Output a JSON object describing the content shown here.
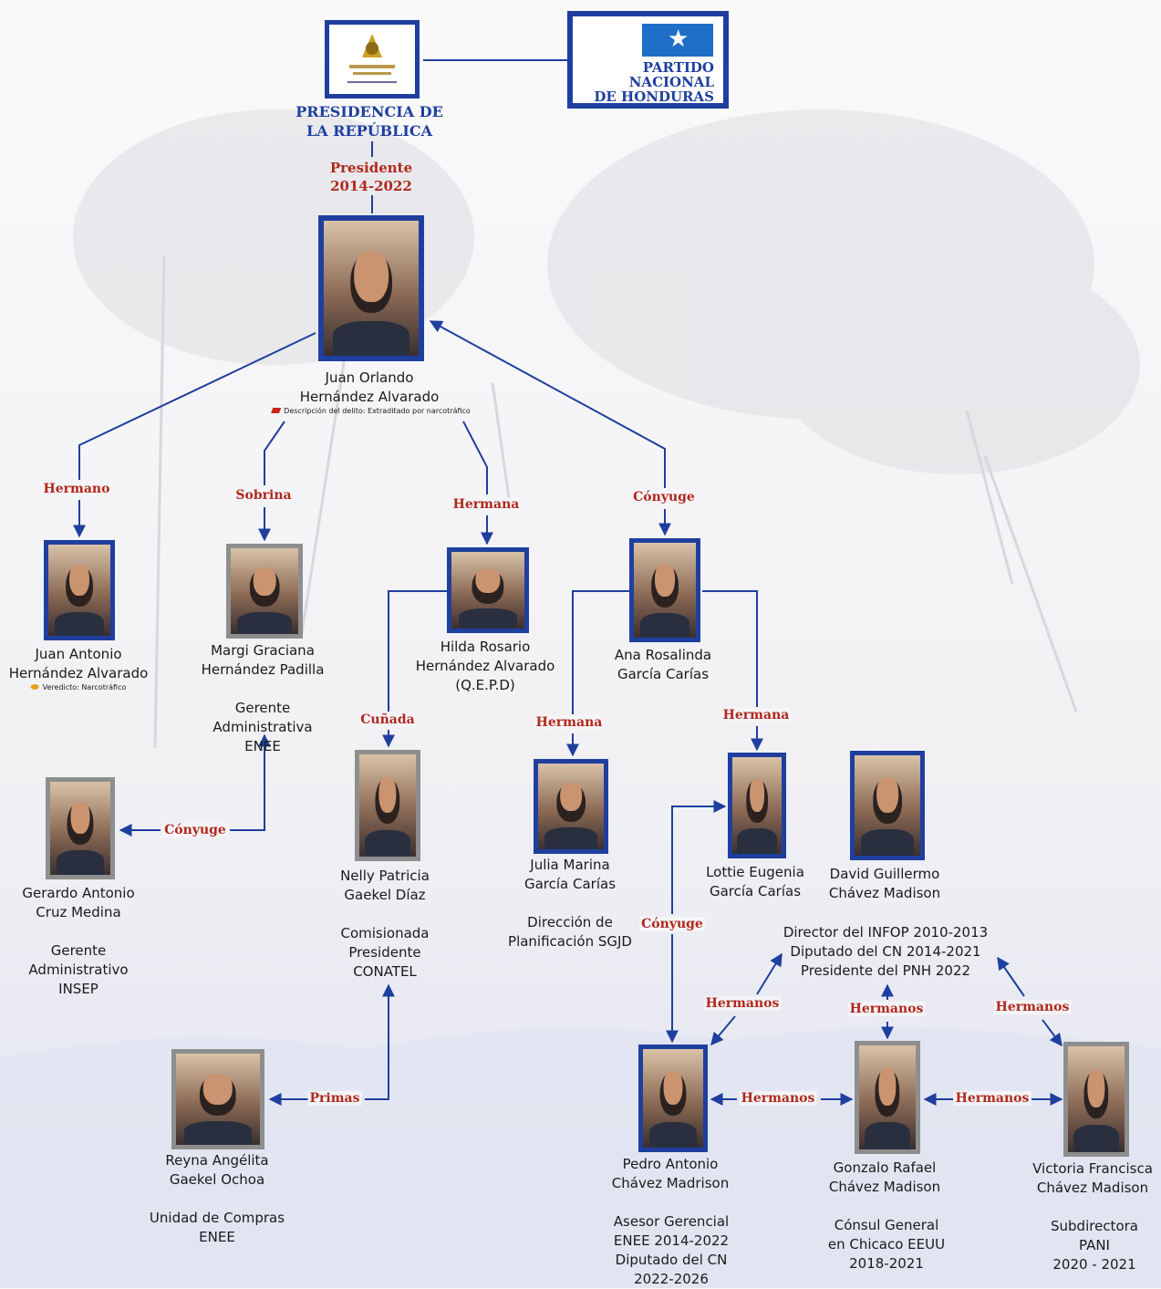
{
  "top": {
    "presidency_title": "PRESIDENCIA DE\nLA REPÚBLICA",
    "party_name": "PARTIDO\nNACIONAL\nDE HONDURAS",
    "president_relation": "Presidente",
    "president_term": "2014-2022"
  },
  "people": {
    "joh": {
      "name1": "Juan Orlando",
      "name2": "Hernández Alvarado",
      "note": "Descripción del delito: Extraditado por narcotráfico"
    },
    "tony": {
      "name1": "Juan Antonio",
      "name2": "Hernández Alvarado",
      "note": "Veredicto: Narcotráfico"
    },
    "margi": {
      "name1": "Margi Graciana",
      "name2": "Hernández Padilla",
      "role": "Gerente\nAdministrativa\nENEE"
    },
    "hilda": {
      "name1": "Hilda Rosario",
      "name2": "Hernández Alvarado",
      "name3": "(Q.E.P.D)"
    },
    "ana": {
      "name1": "Ana Rosalinda",
      "name2": "García Carías"
    },
    "gerardo": {
      "name1": "Gerardo Antonio",
      "name2": "Cruz Medina",
      "role": "Gerente\nAdministrativo\nINSEP"
    },
    "nelly": {
      "name1": "Nelly Patricia",
      "name2": "Gaekel Díaz",
      "role": "Comisionada\nPresidente\nCONATEL"
    },
    "julia": {
      "name1": "Julia Marina",
      "name2": "García Carías",
      "role": "Dirección de\nPlanificación SGJD"
    },
    "lottie": {
      "name1": "Lottie Eugenia",
      "name2": "García Carías"
    },
    "david": {
      "name1": "David Guillermo",
      "name2": "Chávez Madison",
      "role": "Director del INFOP 2010-2013\nDiputado del CN 2014-2021\nPresidente del PNH 2022"
    },
    "reyna": {
      "name1": "Reyna Angélita",
      "name2": "Gaekel Ochoa",
      "role": "Unidad de Compras\nENEE"
    },
    "pedro": {
      "name1": "Pedro Antonio",
      "name2": "Chávez Madrison",
      "role": "Asesor Gerencial\nENEE 2014-2022\nDiputado del CN\n2022-2026"
    },
    "gonzalo": {
      "name1": "Gonzalo Rafael",
      "name2": "Chávez Madison",
      "role": "Cónsul General\nen Chicaco EEUU\n2018-2021"
    },
    "victoria": {
      "name1": "Victoria Francisca",
      "name2": "Chávez Madison",
      "role": "Subdirectora PANI\n2020 - 2021"
    }
  },
  "relations": {
    "hermano": "Hermano",
    "sobrina": "Sobrina",
    "hermana_hilda": "Hermana",
    "conyuge_ana": "Cónyuge",
    "conyuge_gerardo": "Cónyuge",
    "cunada": "Cuñada",
    "hermana_julia": "Hermana",
    "hermana_lottie": "Hermana",
    "conyuge_lottie": "Cónyuge",
    "primas": "Primas",
    "hermanos_pedro_up": "Hermanos",
    "hermanos_gonzalo_up": "Hermanos",
    "hermanos_victoria_up": "Hermanos",
    "hermanos_pedro_gonzalo": "Hermanos",
    "hermanos_gonzalo_victoria": "Hermanos"
  },
  "colors": {
    "frame_blue": "#1f3f9e",
    "relation_red": "#b0281c",
    "frame_gray": "#8e8e8e"
  }
}
